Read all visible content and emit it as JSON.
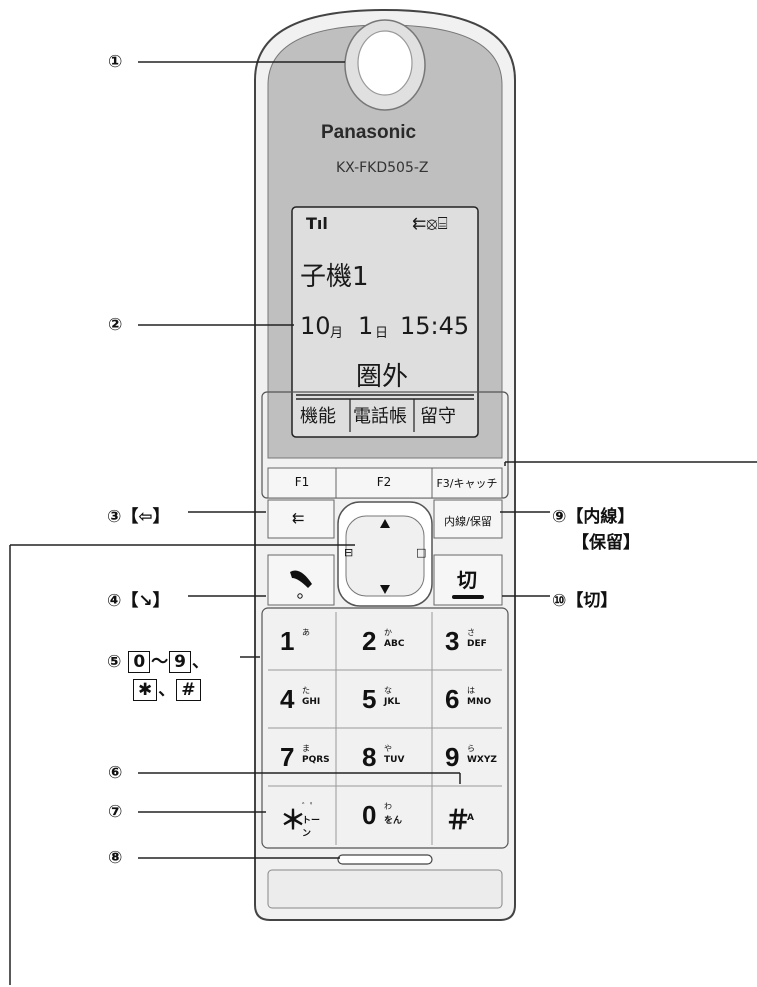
{
  "handset": {
    "brand": "Panasonic",
    "model": "KX-FKD505-Z"
  },
  "display": {
    "signal_icon": "Tıl",
    "status_icons": "⇇⦻⌸",
    "handset_name": "子機1",
    "date_month": "10",
    "date_month_unit": "月",
    "date_day": "1",
    "date_day_unit": "日",
    "time": "15:45",
    "status": "圏外",
    "softkeys": [
      "機能",
      "電話帳",
      "留守"
    ]
  },
  "function_keys": [
    "F1",
    "F2",
    "F3/キャッチ"
  ],
  "buttons": {
    "speaker_glyph": "⇇",
    "intercom_hold_label": "内線/保留",
    "end_label": "切"
  },
  "keypad": [
    {
      "digit": "1",
      "kana": "あ",
      "letters": ""
    },
    {
      "digit": "2",
      "kana": "か",
      "letters": "ABC"
    },
    {
      "digit": "3",
      "kana": "さ",
      "letters": "DEF"
    },
    {
      "digit": "4",
      "kana": "た",
      "letters": "GHI"
    },
    {
      "digit": "5",
      "kana": "な",
      "letters": "JKL"
    },
    {
      "digit": "6",
      "kana": "は",
      "letters": "MNO"
    },
    {
      "digit": "7",
      "kana": "ま",
      "letters": "PQRS"
    },
    {
      "digit": "8",
      "kana": "や",
      "letters": "TUV"
    },
    {
      "digit": "9",
      "kana": "ら",
      "letters": "WXYZ"
    },
    {
      "digit": "＊",
      "kana": "゛゜",
      "letters": "トーン"
    },
    {
      "digit": "0",
      "kana": "わ",
      "letters": "をん"
    },
    {
      "digit": "＃",
      "kana": "",
      "letters": "Α"
    }
  ],
  "callouts": {
    "c1": "①",
    "c2": "②",
    "c3_num": "③",
    "c3_text": "【⇦】",
    "c4_num": "④",
    "c4_text": "【↘】",
    "c5_num": "⑤",
    "c5_k0": "0",
    "c5_tilde": "～",
    "c5_k9": "9",
    "c5_comma": "、",
    "c5_kstar": "✱",
    "c5_comma2": "、",
    "c5_khash": "#",
    "c6": "⑥",
    "c7": "⑦",
    "c8": "⑧",
    "c9_num": "⑨",
    "c9_text1": "【内線】",
    "c9_text2": "【保留】",
    "c10_num": "⑩",
    "c10_text": "【切】"
  }
}
